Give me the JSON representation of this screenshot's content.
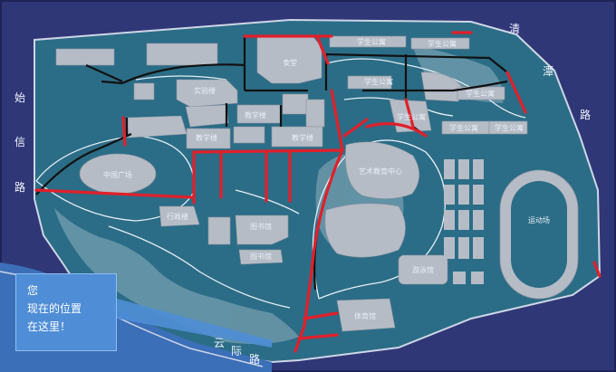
{
  "roads": {
    "left": [
      "始",
      "信",
      "路"
    ],
    "right": [
      "清",
      "潭",
      "路"
    ],
    "bottom": [
      "云",
      "际",
      "路"
    ]
  },
  "buildings": {
    "canteen": "食堂",
    "dorm_1": "学生公寓",
    "dorm_2": "学生公寓",
    "dorm_3": "学生公寓",
    "dorm_4": "学生公寓",
    "dorm_5": "学生公寓",
    "dorm_6": "学生公寓",
    "dorm_7": "学生公寓",
    "lab_building": "实验楼",
    "teaching_1": "教学楼",
    "teaching_2": "教学楼",
    "teaching_3": "教学楼",
    "art_center": "艺术教育中心",
    "square": "中国广场",
    "admin_building": "行政楼",
    "library": "图书馆",
    "library_hall": "图书馆",
    "sports_field": "运动场",
    "natatorium": "游泳馆",
    "gymnasium": "体育馆"
  },
  "you_are_here": [
    "您",
    "现在的位置",
    "在这里！"
  ],
  "colors": {
    "background": "#2f3777",
    "campus": "#2b6d87",
    "buildings": "#b6bcc6",
    "route": "#e0202a"
  }
}
